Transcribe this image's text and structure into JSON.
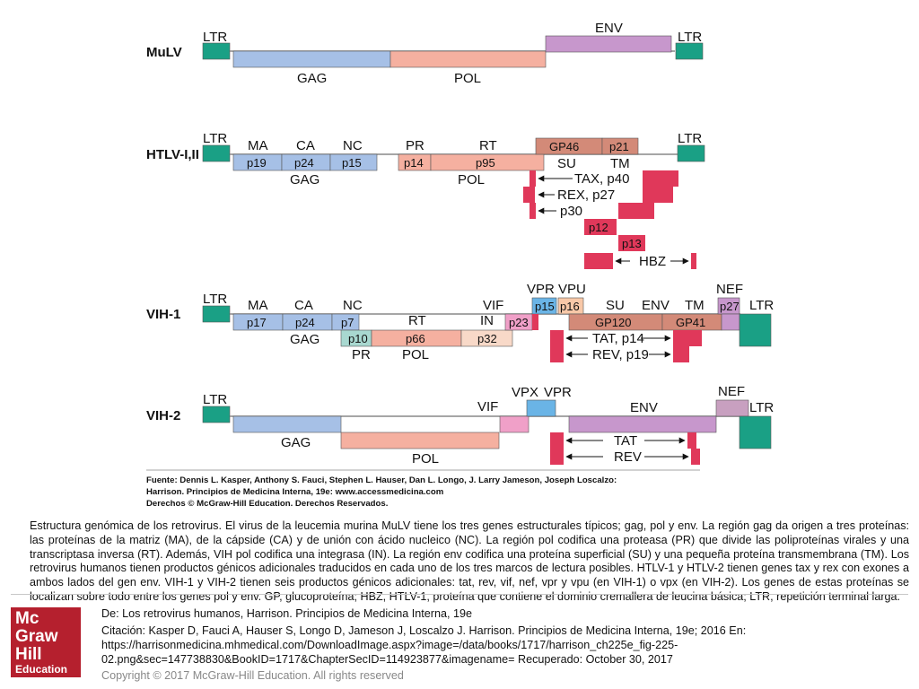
{
  "colors": {
    "ltr": "#1aa085",
    "gag": "#a6c0e6",
    "pol": "#f5b0a0",
    "env": "#c797cc",
    "accessory": "#e0385a",
    "pol_light": "#f8d9c8",
    "nef": "#c8a0c0"
  },
  "labels": {
    "ltr": "LTR",
    "gag": "GAG",
    "pol": "POL",
    "env": "ENV"
  },
  "mulv": {
    "name": "MuLV"
  },
  "htlv": {
    "name": "HTLV-I,II",
    "ma": "MA",
    "ca": "CA",
    "nc": "NC",
    "pr": "PR",
    "rt": "RT",
    "p19": "p19",
    "p24": "p24",
    "p15": "p15",
    "p14": "p14",
    "p95": "p95",
    "gp46": "GP46",
    "p21": "p21",
    "su": "SU",
    "tm": "TM",
    "tax": "TAX, p40",
    "rex": "REX, p27",
    "p30": "p30",
    "p12": "p12",
    "p13": "p13",
    "hbz": "HBZ"
  },
  "hiv1": {
    "name": "VIH-1",
    "ma": "MA",
    "ca": "CA",
    "nc": "NC",
    "rt": "RT",
    "in": "IN",
    "vif": "VIF",
    "vpr": "VPR",
    "vpu": "VPU",
    "su": "SU",
    "env": "ENV",
    "tm": "TM",
    "nef": "NEF",
    "p17": "p17",
    "p24": "p24",
    "p7": "p7",
    "p66": "p66",
    "p32": "p32",
    "p23": "p23",
    "p15": "p15",
    "p16": "p16",
    "gp120": "GP120",
    "gp41": "GP41",
    "p27": "p27",
    "p10": "p10",
    "pr": "PR",
    "tat": "TAT, p14",
    "rev": "REV, p19"
  },
  "hiv2": {
    "name": "VIH-2",
    "vpx": "VPX",
    "vpr": "VPR",
    "vif": "VIF",
    "nef": "NEF",
    "tat": "TAT",
    "rev": "REV"
  },
  "source": {
    "line1": "Fuente: Dennis L. Kasper, Anthony S. Fauci, Stephen L. Hauser, Dan L. Longo, J. Larry Jameson, Joseph Loscalzo:",
    "line2": "Harrison. Principios de Medicina Interna, 19e: www.accessmedicina.com",
    "line3": "Derechos © McGraw-Hill Education. Derechos Reservados."
  },
  "caption": "Estructura genómica de los retrovirus. El virus de la leucemia murina MuLV tiene los tres genes estructurales típicos; gag, pol y env. La región gag da origen a tres proteínas: las proteínas de la matriz (MA), de la cápside (CA) y de unión con ácido nucleico (NC). La región pol codifica una proteasa (PR) que divide las poliproteínas virales y una transcriptasa inversa (RT). Además, VIH pol codifica una integrasa (IN). La región env codifica una proteína superficial (SU) y una pequeña proteína transmembrana (TM). Los retrovirus humanos tienen productos génicos adicionales traducidos en cada uno de los tres marcos de lectura posibles. HTLV-1 y HTLV-2 tienen genes tax y rex con exones a ambos lados del gen env. VIH-1 y VIH-2 tienen seis productos génicos adicionales: tat, rev, vif, nef, vpr y vpu (en VIH-1) o vpx (en VIH-2). Los genes de estas proteínas se localizan sobre todo entre los genes pol y env. GP, glucoproteína; HBZ, HTLV-1, proteína que contiene el dominio cremallera de leucina básica; LTR, repetición terminal larga.",
  "from": "De: Los retrovirus humanos, Harrison. Principios de Medicina Interna, 19e",
  "citation": "Citación: Kasper D, Fauci A, Hauser S, Longo D, Jameson J, Loscalzo J. Harrison. Principios de Medicina Interna, 19e; 2016 En: https://harrisonmedicina.mhmedical.com/DownloadImage.aspx?image=/data/books/1717/harrison_ch225e_fig-225-02.png&sec=147738830&BookID=1717&ChapterSecID=114923877&imagename= Recuperado: October 30, 2017",
  "copyright": "Copyright © 2017 McGraw-Hill Education. All rights reserved",
  "logo": {
    "line1": "Mc",
    "line2": "Graw",
    "line3": "Hill",
    "line4": "Education"
  }
}
